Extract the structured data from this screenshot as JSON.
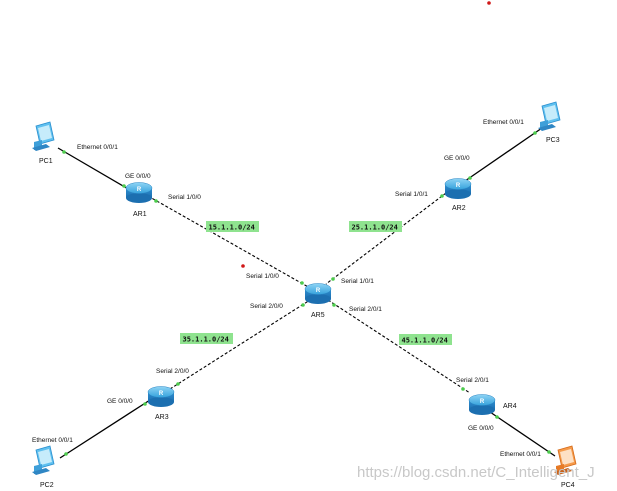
{
  "devices": {
    "pc1": "PC1",
    "pc2": "PC2",
    "pc3": "PC3",
    "pc4": "PC4",
    "ar1": "AR1",
    "ar2": "AR2",
    "ar3": "AR3",
    "ar4": "AR4",
    "ar5": "AR5",
    "router_glyph": "R"
  },
  "interfaces": {
    "pc1_eth": "Ethernet 0/0/1",
    "ar1_ge": "GE 0/0/0",
    "ar1_serial": "Serial 1/0/0",
    "pc3_eth": "Ethernet 0/0/1",
    "ar2_ge": "GE 0/0/0",
    "ar2_serial": "Serial 1/0/1",
    "ar5_s100": "Serial 1/0/0",
    "ar5_s101": "Serial 1/0/1",
    "ar5_s200": "Serial 2/0/0",
    "ar5_s201": "Serial 2/0/1",
    "ar3_serial": "Serial 2/0/0",
    "ar3_ge": "GE 0/0/0",
    "pc2_eth": "Ethernet 0/0/1",
    "ar4_serial": "Serial 2/0/1",
    "ar4_ge": "GE 0/0/0",
    "pc4_eth": "Ethernet 0/0/1"
  },
  "networks": {
    "ar1_ar5": "15.1.1.0/24",
    "ar2_ar5": "25.1.1.0/24",
    "ar3_ar5": "35.1.1.0/24",
    "ar4_ar5": "45.1.1.0/24"
  },
  "watermark": "https://blog.csdn.net/C_Intelligent_J",
  "colors": {
    "router_blue": "#3aa8e0",
    "pc_blue": "#4fb6ea",
    "pc4_orange": "#f0883a",
    "network_label_bg": "#8fe38f",
    "port_green": "#4ccc4c",
    "stray_dot": "#d01818"
  }
}
